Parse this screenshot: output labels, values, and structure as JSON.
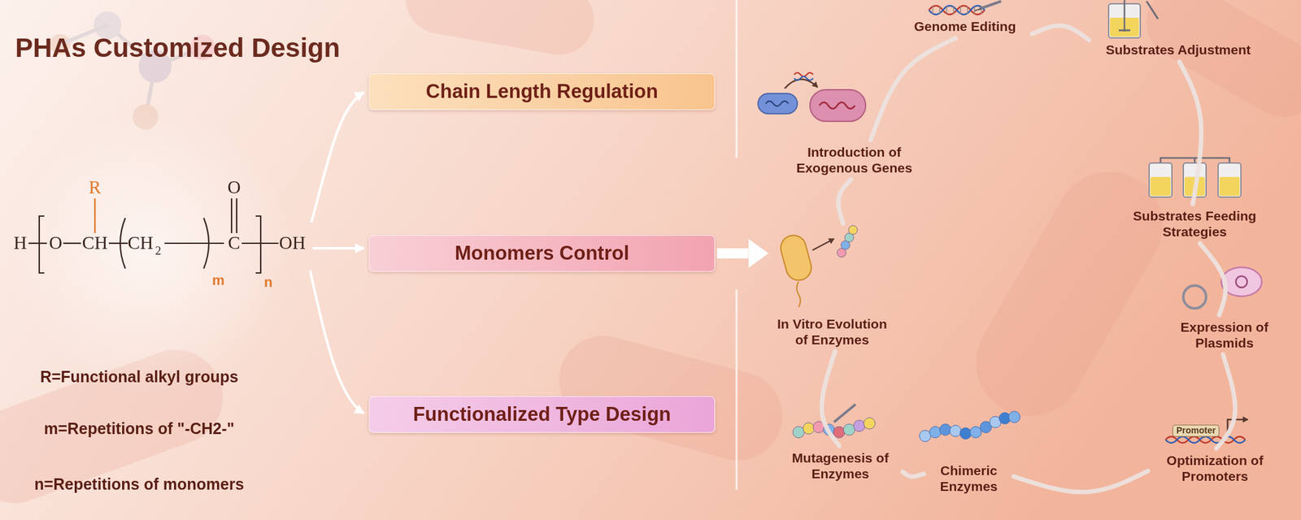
{
  "diagram": {
    "title": "PHAs Customized Design",
    "nodes": [
      {
        "text": [
          "Chain Length Regulation"
        ]
      },
      {
        "text": [
          "Monomers Control"
        ]
      },
      {
        "text": [
          "Functionalized Type Design"
        ]
      },
      {
        "text": [
          "Introduction of Exogenous Genes"
        ]
      },
      {
        "text": [
          "Genome Editing"
        ]
      },
      {
        "text": [
          "Substrates Adjustment"
        ]
      },
      {
        "text": [
          "Substrates Feeding Strategies"
        ]
      },
      {
        "text": [
          "Expression of Plasmids"
        ]
      },
      {
        "text": [
          "Optimization of Promoters"
        ]
      },
      {
        "text": [
          "Chimeric Enzymes"
        ]
      },
      {
        "text": [
          "Mutagenesis of Enzymes"
        ]
      },
      {
        "text": [
          "In Vitro Evolution of Enzymes"
        ]
      }
    ],
    "edges": [
      {
        "from": 1,
        "to": 11,
        "arrow": "to"
      },
      {
        "from": 3,
        "to": 4,
        "arrow": "none"
      },
      {
        "from": 4,
        "to": 5,
        "arrow": "none"
      },
      {
        "from": 5,
        "to": 6,
        "arrow": "none"
      },
      {
        "from": 6,
        "to": 7,
        "arrow": "none"
      },
      {
        "from": 7,
        "to": 8,
        "arrow": "none"
      },
      {
        "from": 8,
        "to": 9,
        "arrow": "none"
      },
      {
        "from": 9,
        "to": 10,
        "arrow": "none"
      },
      {
        "from": 10,
        "to": 11,
        "arrow": "none"
      },
      {
        "from": 11,
        "to": 3,
        "arrow": "none"
      }
    ],
    "labels": [
      "H",
      "O",
      "CH",
      "CH",
      "2",
      "C",
      "OH",
      "R",
      "O",
      "m",
      "n",
      "R=Functional alkyl groups",
      "m=Repetitions of \"-CH2-\"",
      "n=Repetitions of monomers",
      "Promoter"
    ]
  }
}
